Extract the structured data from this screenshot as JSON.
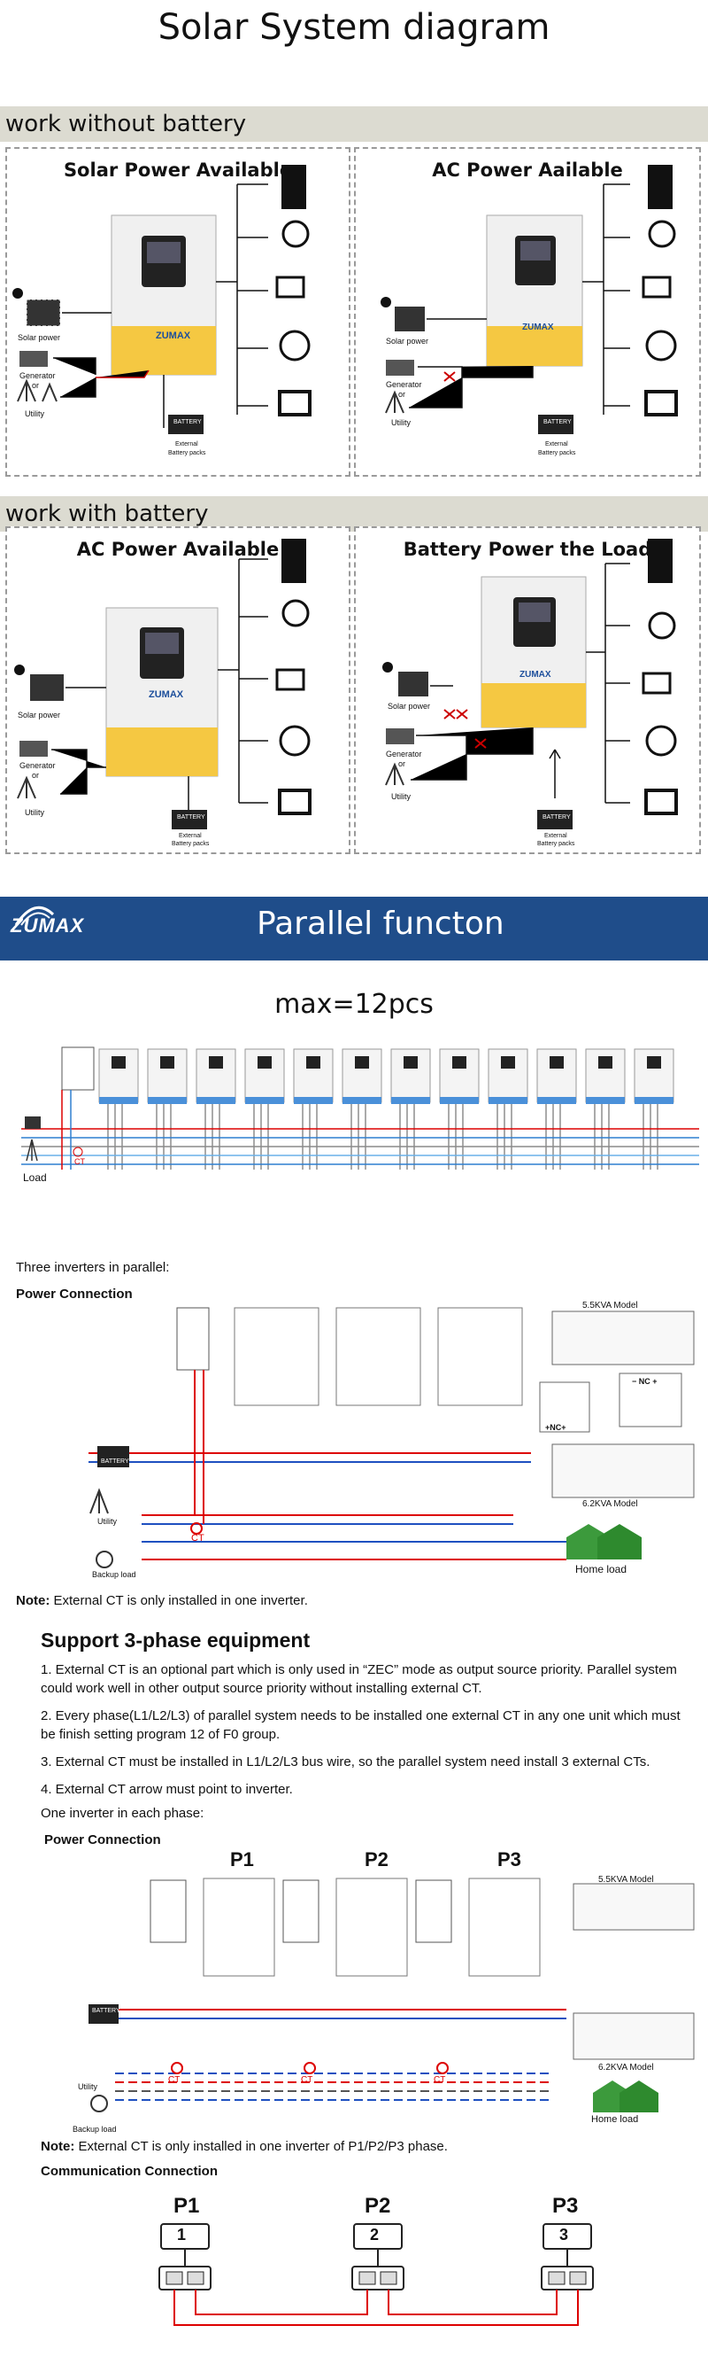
{
  "title": "Solar System diagram",
  "section_without_battery": "work without battery",
  "section_with_battery": "work with battery",
  "panels": {
    "p1": "Solar Power Available",
    "p2": "AC Power Aailable",
    "p3": "AC Power Available",
    "p4": "Battery Power the Load"
  },
  "brand": "ZUMAX",
  "labels": {
    "solar_power": "Solar power",
    "generator": "Generator",
    "or": "or",
    "utility": "Utility",
    "battery": "BATTERY",
    "external": "External",
    "battery_packs": "Battery packs"
  },
  "parallel": {
    "logo": "ZUMAX",
    "title": "Parallel functon",
    "max": "max=12pcs",
    "load": "Load",
    "ct": "CT"
  },
  "three_parallel": {
    "heading": "Three inverters in parallel:",
    "power_connection": "Power Connection",
    "model_55": "5.5KVA Model",
    "model_62": "6.2KVA Model",
    "nc_plus": "+NC+",
    "nc_minus": "− NC +",
    "battery": "BATTERY",
    "utility": "Utility",
    "backup_load": "Backup load",
    "home_load": "Home load",
    "ct": "CT",
    "note_label": "Note:",
    "note_text": " External CT is only installed in one inverter."
  },
  "three_phase": {
    "heading": "Support 3-phase equipment",
    "items": [
      "1.  External CT is an optional part which is only used in “ZEC” mode as output source priority. Parallel system could work well in other output source priority without installing external CT.",
      "2.  Every phase(L1/L2/L3) of parallel system needs to be installed one external CT in any one unit which must be finish setting program 12 of F0 group.",
      "3.  External CT must be installed in L1/L2/L3 bus wire, so the parallel system need install 3 external CTs.",
      "4.  External CT arrow must point to inverter."
    ],
    "one_inverter": "One inverter in each phase:",
    "power_connection": "Power Connection",
    "p1": "P1",
    "p2": "P2",
    "p3": "P3",
    "model_55": "5.5KVA Model",
    "model_62": "6.2KVA Model",
    "home_load": "Home load",
    "backup_load": "Backup load",
    "utility": "Utility",
    "battery": "BATTERY",
    "ct": "CT",
    "note_label": "Note:",
    "note_text": " External CT is only installed in one inverter of P1/P2/P3 phase.",
    "comm_heading": "Communication Connection",
    "n1": "1",
    "n2": "2",
    "n3": "3"
  }
}
